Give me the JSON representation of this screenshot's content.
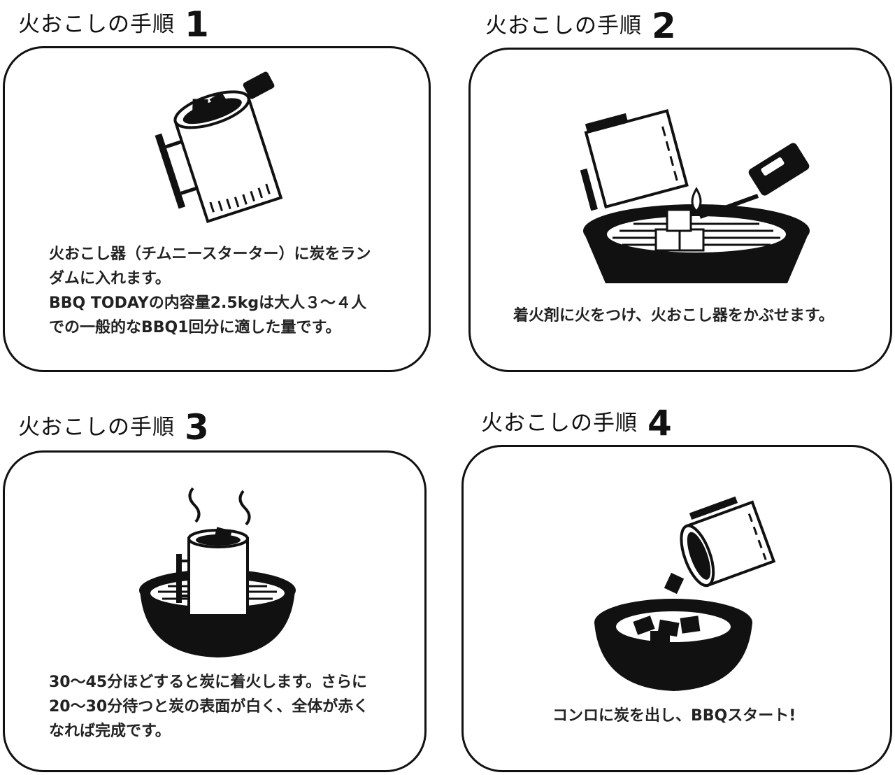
{
  "steps": [
    {
      "title": "火おこしの手順",
      "number": "1",
      "caption": [
        "火おこし器（チムニースターター）に炭をラン",
        "ダムに入れます。",
        "BBQ TODAYの内容量2.5kgは大人３～４人",
        "での一般的なBBQ1回分に適した量です。"
      ]
    },
    {
      "title": "火おこしの手順",
      "number": "2",
      "caption": [
        "着火剤に火をつけ、火おこし器をかぶせます。"
      ]
    },
    {
      "title": "火おこしの手順",
      "number": "3",
      "caption": [
        "30～45分ほどすると炭に着火します。さらに",
        "20～30分待つと炭の表面が白く、全体が赤く",
        "なれば完成です。"
      ]
    },
    {
      "title": "火おこしの手順",
      "number": "4",
      "caption": [
        "コンロに炭を出し、BBQスタート!"
      ]
    }
  ]
}
